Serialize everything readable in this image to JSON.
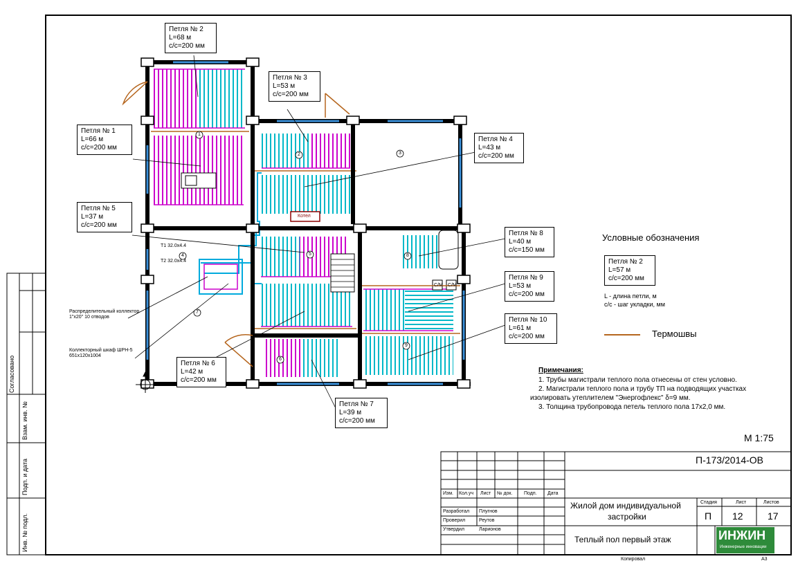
{
  "colors": {
    "heating_pipe_a": "#cc00cc",
    "heating_pipe_b": "#00b8c8",
    "walls": "#000000",
    "window": "#3a8fd8",
    "thermal_joint": "#b5651d",
    "manifold_pipe": "#00aadd"
  },
  "loops": [
    {
      "name": "Петля № 1",
      "length": "L=66 м",
      "spacing": "c/c=200 мм"
    },
    {
      "name": "Петля № 2",
      "length": "L=68 м",
      "spacing": "c/c=200 мм"
    },
    {
      "name": "Петля № 3",
      "length": "L=53 м",
      "spacing": "c/c=200 мм"
    },
    {
      "name": "Петля № 4",
      "length": "L=43 м",
      "spacing": "c/c=200 мм"
    },
    {
      "name": "Петля № 5",
      "length": "L=37 м",
      "spacing": "c/c=200 мм"
    },
    {
      "name": "Петля № 6",
      "length": "L=42 м",
      "spacing": "c/c=200 мм"
    },
    {
      "name": "Петля № 7",
      "length": "L=39 м",
      "spacing": "c/c=200 мм"
    },
    {
      "name": "Петля № 8",
      "length": "L=40 м",
      "spacing": "c/c=150 мм"
    },
    {
      "name": "Петля № 9",
      "length": "L=53 м",
      "spacing": "c/c=200 мм"
    },
    {
      "name": "Петля № 10",
      "length": "L=61 м",
      "spacing": "c/c=200 мм"
    }
  ],
  "room_numbers": [
    "1",
    "2",
    "3",
    "4",
    "5",
    "6",
    "7",
    "8",
    "9"
  ],
  "plan_labels": {
    "boiler": "Котел",
    "manifold": "Распределительный коллектор",
    "manifold_spec": "1\"x20\" 10 отводов",
    "cabinet": "Коллекторный шкаф ШРН-5",
    "cabinet_spec": "651x120x1004",
    "t1": "T1 32.0x4.4",
    "t2": "T2 32.0x4.4",
    "cm": "С/М"
  },
  "legend": {
    "title": "Условные обозначения",
    "sample_name": "Петля № 2",
    "sample_length": "L=57 м",
    "sample_spacing": "c/c=200 мм",
    "desc_length": "L - длина петли, м",
    "desc_spacing": "c/c - шаг укладки, мм",
    "thermal_joint": "Термошвы"
  },
  "notes": {
    "title": "Примечания:",
    "items": [
      "1. Трубы магистрали теплого пола отнесены от стен условно.",
      "2. Магистрали теплого пола и трубу ТП на подводящих участках",
      "изолировать утеплителем \"Энергофлекс\" δ=9 мм.",
      "3. Толщина трубопровода петель теплого пола 17х2,0 мм."
    ]
  },
  "scale": "М 1:75",
  "side_stamps": [
    "Согласовано",
    "Взам. инв. №",
    "Подп. и дата",
    "Инв. № подл."
  ],
  "title_block": {
    "doc_code": "П-173/2014-ОВ",
    "columns": [
      "Изм.",
      "Кол.уч",
      "Лист",
      "№ док.",
      "Подп.",
      "Дата"
    ],
    "roles": [
      {
        "role": "Разработал",
        "name": "Плугнов"
      },
      {
        "role": "Проверил",
        "name": "Реутов"
      },
      {
        "role": "Утвердил",
        "name": "Ларионов"
      }
    ],
    "object": "Жилой дом индивидуальной застройки",
    "object_line1": "Жилой дом индивидуальной",
    "object_line2": "застройки",
    "sheet_title": "Теплый пол первый этаж",
    "stage_label": "Стадия",
    "stage": "П",
    "sheet_label": "Лист",
    "sheet": "12",
    "sheets_label": "Листов",
    "sheets": "17",
    "logo_text": "ИНЖИН",
    "logo_sub": "Инженерные инновации",
    "copied": "Копировал",
    "format": "А3"
  }
}
